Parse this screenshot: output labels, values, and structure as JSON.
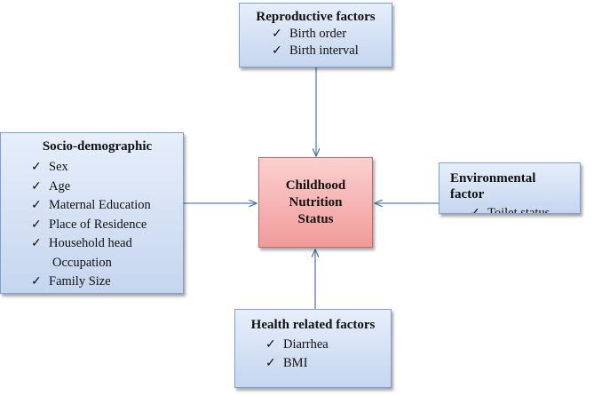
{
  "reproductive": {
    "title": "Reproductive factors",
    "items": [
      "Birth order",
      "Birth interval"
    ]
  },
  "socio": {
    "title": "Socio-demographic",
    "items": [
      "Sex",
      "Age",
      "Maternal Education",
      "Place of Residence",
      "Household head",
      "Occupation",
      "Family Size"
    ]
  },
  "environmental": {
    "title_line1": "Environmental",
    "title_line2": "factor",
    "items": [
      "Toilet status"
    ]
  },
  "health": {
    "title": "Health related factors",
    "items": [
      "Diarrhea",
      "BMI"
    ]
  },
  "center": {
    "line1": "Childhood",
    "line2": "Nutrition",
    "line3": "Status"
  },
  "check_glyph": "✓",
  "colors": {
    "factor_box": "#c6d6ef",
    "factor_border": "#7f9fd0",
    "center_box": "#f19a9a",
    "center_border": "#c26a6a",
    "arrow": "#5a7fb8"
  }
}
